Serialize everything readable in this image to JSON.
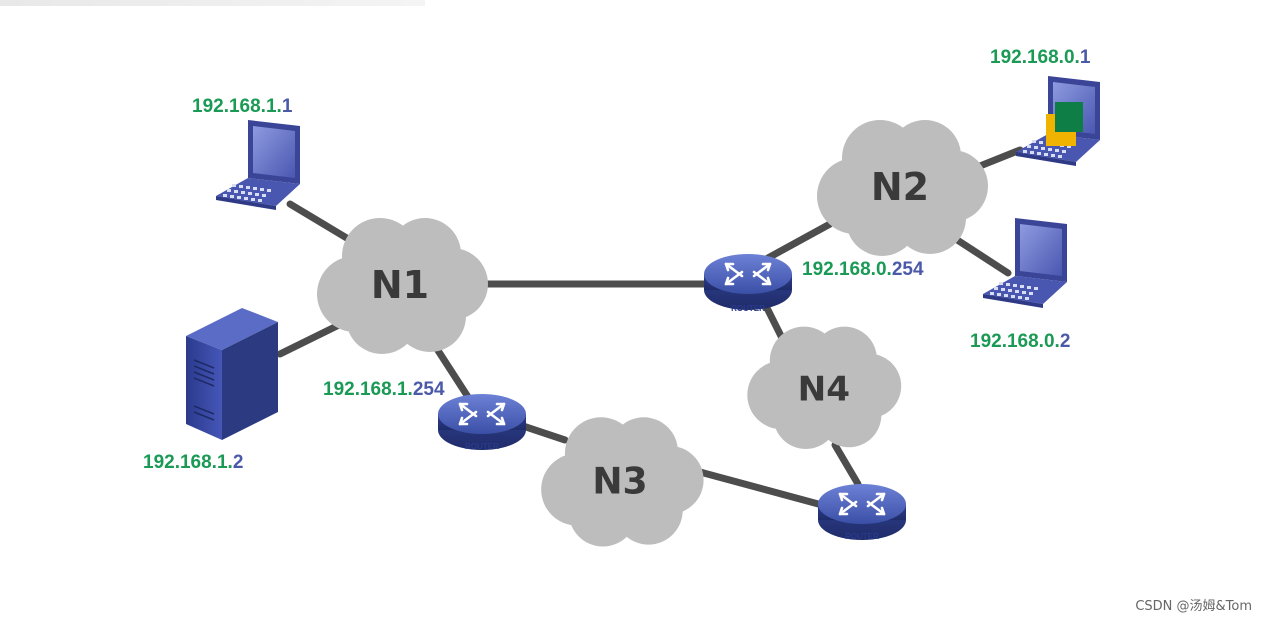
{
  "clouds": {
    "n1": "N1",
    "n2": "N2",
    "n3": "N3",
    "n4": "N4"
  },
  "ip_labels": {
    "laptop1": {
      "prefix": "192.168.1.",
      "host": "1"
    },
    "server": {
      "prefix": "192.168.1.",
      "host": "2"
    },
    "router1": {
      "prefix": "192.168.1.",
      "host": "254"
    },
    "router2": {
      "prefix": "192.168.0.",
      "host": "254"
    },
    "laptop_n2_top": {
      "prefix": "192.168.0.",
      "host": "1"
    },
    "laptop_n2_bottom": {
      "prefix": "192.168.0.",
      "host": "2"
    }
  },
  "router_text": "ROUTER",
  "watermark": "CSDN @汤姆&Tom",
  "colors": {
    "ip_prefix": "#1a9a55",
    "ip_host": "#4a5aa8",
    "link": "#4d4d4d",
    "cloud": "#bdbdbd",
    "router_blue": "#3b4fa0",
    "device_blue": "#4a57b0"
  }
}
